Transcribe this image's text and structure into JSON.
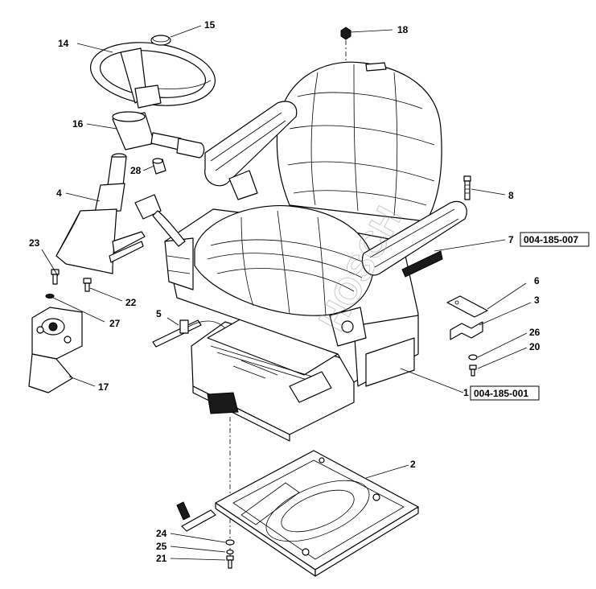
{
  "diagram": {
    "callouts": {
      "c1": "1",
      "c2": "2",
      "c3": "3",
      "c4": "4",
      "c5": "5",
      "c6": "6",
      "c7": "7",
      "c8": "8",
      "c14": "14",
      "c15": "15",
      "c16": "16",
      "c17": "17",
      "c18": "18",
      "c20": "20",
      "c21": "21",
      "c22": "22",
      "c23": "23",
      "c24": "24",
      "c25": "25",
      "c26": "26",
      "c27": "27",
      "c28": "28"
    },
    "part_numbers": {
      "seat": "004-185-001",
      "armrest": "004-185-007"
    },
    "watermark": "HOSCH"
  },
  "colors": {
    "line": "#000000",
    "background": "#ffffff",
    "watermark": "#9a9a9a"
  }
}
